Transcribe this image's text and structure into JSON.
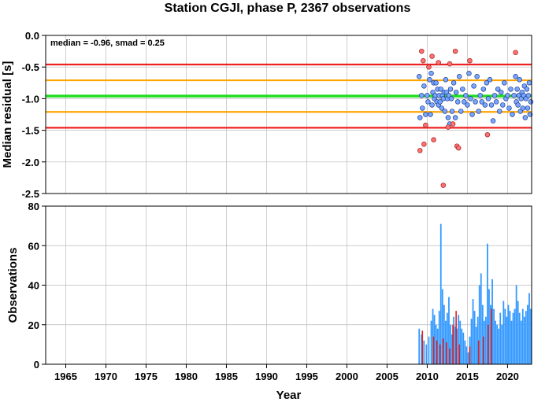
{
  "chart_data": {
    "type": "scatter",
    "title": "Station CGJI, phase P, 2367 observations",
    "annotation": "median = -0.96, smad = 0.25",
    "xlabel": "Year",
    "xlim": [
      1962.5,
      2023
    ],
    "xticks": [
      1965,
      1970,
      1975,
      1980,
      1985,
      1990,
      1995,
      2000,
      2005,
      2010,
      2015,
      2020
    ],
    "top_panel": {
      "ylabel": "Median residual [s]",
      "ylim": [
        -2.5,
        0.0
      ],
      "yticks": [
        0.0,
        -0.5,
        -1.0,
        -1.5,
        -2.0,
        -2.5
      ],
      "lines": [
        {
          "name": "median",
          "y": -0.96,
          "color": "#22dd22"
        },
        {
          "name": "plus-1-smad",
          "y": -0.71,
          "color": "#ffa500"
        },
        {
          "name": "minus-1-smad",
          "y": -1.21,
          "color": "#ffa500"
        },
        {
          "name": "plus-2-smad",
          "y": -0.46,
          "color": "#ee2222"
        },
        {
          "name": "minus-2-smad",
          "y": -1.46,
          "color": "#ee2222"
        }
      ],
      "points_in": [
        [
          2009.0,
          -0.65
        ],
        [
          2009.1,
          -1.3
        ],
        [
          2009.3,
          -0.95
        ],
        [
          2009.4,
          -1.15
        ],
        [
          2009.6,
          -0.8
        ],
        [
          2009.8,
          -1.25
        ],
        [
          2010.0,
          -0.95
        ],
        [
          2010.1,
          -1.05
        ],
        [
          2010.3,
          -0.7
        ],
        [
          2010.4,
          -1.25
        ],
        [
          2010.5,
          -0.6
        ],
        [
          2010.6,
          -1.1
        ],
        [
          2010.7,
          -0.9
        ],
        [
          2010.8,
          -0.75
        ],
        [
          2010.9,
          -1.0
        ],
        [
          2011.0,
          -0.95
        ],
        [
          2011.1,
          -0.75
        ],
        [
          2011.2,
          -1.05
        ],
        [
          2011.3,
          -0.85
        ],
        [
          2011.4,
          -1.1
        ],
        [
          2011.5,
          -0.95
        ],
        [
          2011.6,
          -1.05
        ],
        [
          2011.7,
          -0.85
        ],
        [
          2011.8,
          -1.15
        ],
        [
          2011.9,
          -0.95
        ],
        [
          2012.0,
          -1.0
        ],
        [
          2012.1,
          -0.9
        ],
        [
          2012.2,
          -1.2
        ],
        [
          2012.3,
          -0.7
        ],
        [
          2012.4,
          -0.9
        ],
        [
          2012.5,
          -1.0
        ],
        [
          2012.6,
          -1.3
        ],
        [
          2012.7,
          -0.95
        ],
        [
          2012.8,
          -1.4
        ],
        [
          2012.9,
          -0.85
        ],
        [
          2013.0,
          -1.0
        ],
        [
          2013.1,
          -1.2
        ],
        [
          2013.3,
          -0.75
        ],
        [
          2013.5,
          -1.3
        ],
        [
          2013.6,
          -0.9
        ],
        [
          2013.8,
          -1.05
        ],
        [
          2014.0,
          -0.65
        ],
        [
          2014.2,
          -1.2
        ],
        [
          2014.4,
          -0.85
        ],
        [
          2014.6,
          -1.05
        ],
        [
          2014.8,
          -0.95
        ],
        [
          2015.0,
          -1.1
        ],
        [
          2015.2,
          -0.6
        ],
        [
          2015.4,
          -1.0
        ],
        [
          2015.6,
          -1.25
        ],
        [
          2015.8,
          -0.8
        ],
        [
          2016.0,
          -1.05
        ],
        [
          2016.2,
          -0.65
        ],
        [
          2016.4,
          -1.2
        ],
        [
          2016.6,
          -0.95
        ],
        [
          2016.8,
          -1.05
        ],
        [
          2017.0,
          -0.85
        ],
        [
          2017.2,
          -1.1
        ],
        [
          2017.4,
          -0.75
        ],
        [
          2017.6,
          -1.0
        ],
        [
          2017.8,
          -0.7
        ],
        [
          2018.0,
          -1.1
        ],
        [
          2018.2,
          -1.35
        ],
        [
          2018.4,
          -0.95
        ],
        [
          2018.6,
          -1.05
        ],
        [
          2018.8,
          -0.85
        ],
        [
          2019.0,
          -1.2
        ],
        [
          2019.2,
          -0.9
        ],
        [
          2019.4,
          -1.1
        ],
        [
          2019.6,
          -0.75
        ],
        [
          2019.8,
          -1.0
        ],
        [
          2020.0,
          -0.95
        ],
        [
          2020.2,
          -1.15
        ],
        [
          2020.4,
          -0.85
        ],
        [
          2020.6,
          -1.25
        ],
        [
          2020.8,
          -0.95
        ],
        [
          2021.0,
          -0.65
        ],
        [
          2021.1,
          -1.05
        ],
        [
          2021.2,
          -0.85
        ],
        [
          2021.3,
          -1.1
        ],
        [
          2021.4,
          -0.95
        ],
        [
          2021.5,
          -0.7
        ],
        [
          2021.6,
          -1.2
        ],
        [
          2021.7,
          -1.0
        ],
        [
          2021.8,
          -0.9
        ],
        [
          2021.9,
          -1.15
        ],
        [
          2022.0,
          -0.95
        ],
        [
          2022.1,
          -0.8
        ],
        [
          2022.2,
          -1.3
        ],
        [
          2022.3,
          -1.0
        ],
        [
          2022.4,
          -0.85
        ],
        [
          2022.5,
          -1.15
        ],
        [
          2022.6,
          -0.95
        ],
        [
          2022.7,
          -0.75
        ],
        [
          2022.8,
          -1.25
        ],
        [
          2022.9,
          -1.05
        ]
      ],
      "points_out": [
        [
          2009.1,
          -1.82
        ],
        [
          2009.3,
          -0.25
        ],
        [
          2009.5,
          -0.4
        ],
        [
          2009.6,
          -1.72
        ],
        [
          2009.8,
          -1.42
        ],
        [
          2010.2,
          -0.5
        ],
        [
          2010.6,
          -0.33
        ],
        [
          2010.8,
          -1.65
        ],
        [
          2011.4,
          -0.43
        ],
        [
          2012.0,
          -2.37
        ],
        [
          2012.6,
          -1.45
        ],
        [
          2012.8,
          -0.45
        ],
        [
          2013.2,
          -1.4
        ],
        [
          2013.5,
          -0.25
        ],
        [
          2013.7,
          -1.75
        ],
        [
          2013.9,
          -1.78
        ],
        [
          2015.3,
          -0.4
        ],
        [
          2017.5,
          -1.57
        ],
        [
          2021.0,
          -0.27
        ]
      ]
    },
    "bottom_panel": {
      "ylabel": "Observations",
      "ylim": [
        0,
        80
      ],
      "yticks": [
        0,
        20,
        40,
        60,
        80
      ],
      "bars_blue": [
        [
          2009.0,
          18
        ],
        [
          2009.3,
          15
        ],
        [
          2009.6,
          12
        ],
        [
          2009.9,
          10
        ],
        [
          2010.2,
          14
        ],
        [
          2010.5,
          22
        ],
        [
          2010.7,
          28
        ],
        [
          2010.9,
          25
        ],
        [
          2011.1,
          20
        ],
        [
          2011.3,
          18
        ],
        [
          2011.5,
          27
        ],
        [
          2011.7,
          71
        ],
        [
          2011.9,
          38
        ],
        [
          2012.1,
          30
        ],
        [
          2012.3,
          22
        ],
        [
          2012.5,
          26
        ],
        [
          2012.7,
          34
        ],
        [
          2012.9,
          20
        ],
        [
          2013.1,
          15
        ],
        [
          2013.3,
          24
        ],
        [
          2013.5,
          19
        ],
        [
          2013.7,
          18
        ],
        [
          2013.9,
          25
        ],
        [
          2014.1,
          22
        ],
        [
          2014.3,
          18
        ],
        [
          2014.5,
          16
        ],
        [
          2014.7,
          12
        ],
        [
          2014.9,
          9
        ],
        [
          2015.1,
          6
        ],
        [
          2015.3,
          14
        ],
        [
          2015.5,
          23
        ],
        [
          2015.7,
          33
        ],
        [
          2015.9,
          27
        ],
        [
          2016.1,
          19
        ],
        [
          2016.3,
          24
        ],
        [
          2016.5,
          40
        ],
        [
          2016.7,
          46
        ],
        [
          2016.9,
          30
        ],
        [
          2017.1,
          22
        ],
        [
          2017.3,
          24
        ],
        [
          2017.5,
          61
        ],
        [
          2017.7,
          38
        ],
        [
          2017.9,
          30
        ],
        [
          2018.1,
          43
        ],
        [
          2018.3,
          28
        ],
        [
          2018.5,
          22
        ],
        [
          2018.7,
          20
        ],
        [
          2018.9,
          18
        ],
        [
          2019.1,
          26
        ],
        [
          2019.3,
          20
        ],
        [
          2019.5,
          32
        ],
        [
          2019.7,
          28
        ],
        [
          2019.9,
          24
        ],
        [
          2020.1,
          30
        ],
        [
          2020.3,
          27
        ],
        [
          2020.5,
          22
        ],
        [
          2020.7,
          26
        ],
        [
          2020.9,
          28
        ],
        [
          2021.1,
          40
        ],
        [
          2021.3,
          32
        ],
        [
          2021.5,
          26
        ],
        [
          2021.7,
          22
        ],
        [
          2021.9,
          28
        ],
        [
          2022.1,
          24
        ],
        [
          2022.3,
          27
        ],
        [
          2022.5,
          30
        ],
        [
          2022.7,
          36
        ],
        [
          2022.9,
          28
        ]
      ],
      "bars_red": [
        [
          2009.4,
          17
        ],
        [
          2010.8,
          14
        ],
        [
          2011.2,
          12
        ],
        [
          2011.6,
          10
        ],
        [
          2012.0,
          13
        ],
        [
          2012.4,
          11
        ],
        [
          2012.8,
          8
        ],
        [
          2013.2,
          20
        ],
        [
          2013.6,
          27
        ],
        [
          2014.0,
          10
        ],
        [
          2015.3,
          9
        ],
        [
          2016.4,
          12
        ],
        [
          2017.0,
          14
        ],
        [
          2017.6,
          20
        ],
        [
          2018.0,
          28
        ]
      ]
    }
  }
}
